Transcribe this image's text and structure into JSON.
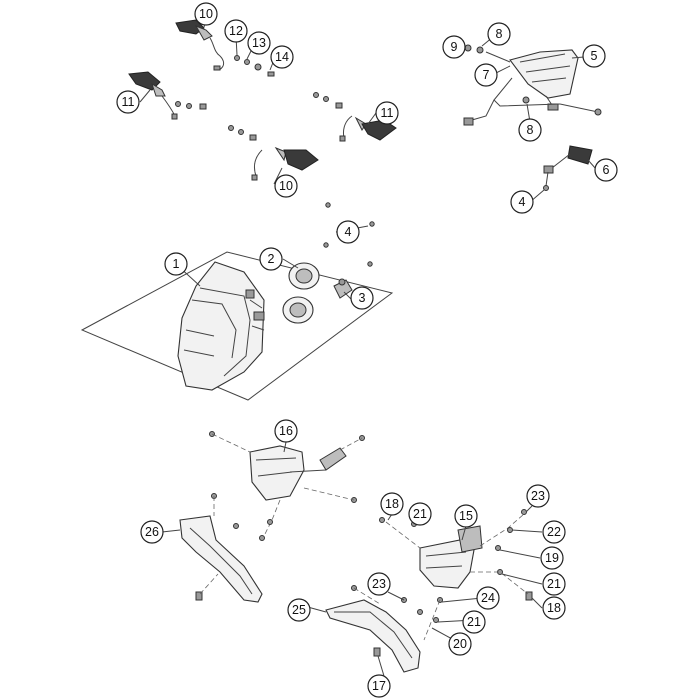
{
  "labels": {
    "n1": "1",
    "n2": "2",
    "n3": "3",
    "n4": "4",
    "n5": "5",
    "n6": "6",
    "n7": "7",
    "n8": "8",
    "n9": "9",
    "n10": "10",
    "n11": "11",
    "n12": "12",
    "n13": "13",
    "n14": "14",
    "n15": "15",
    "n16": "16",
    "n17": "17",
    "n18": "18",
    "n19": "19",
    "n20": "20",
    "n21": "21",
    "n22": "22",
    "n23": "23",
    "n24": "24",
    "n25": "25",
    "n26": "26"
  }
}
